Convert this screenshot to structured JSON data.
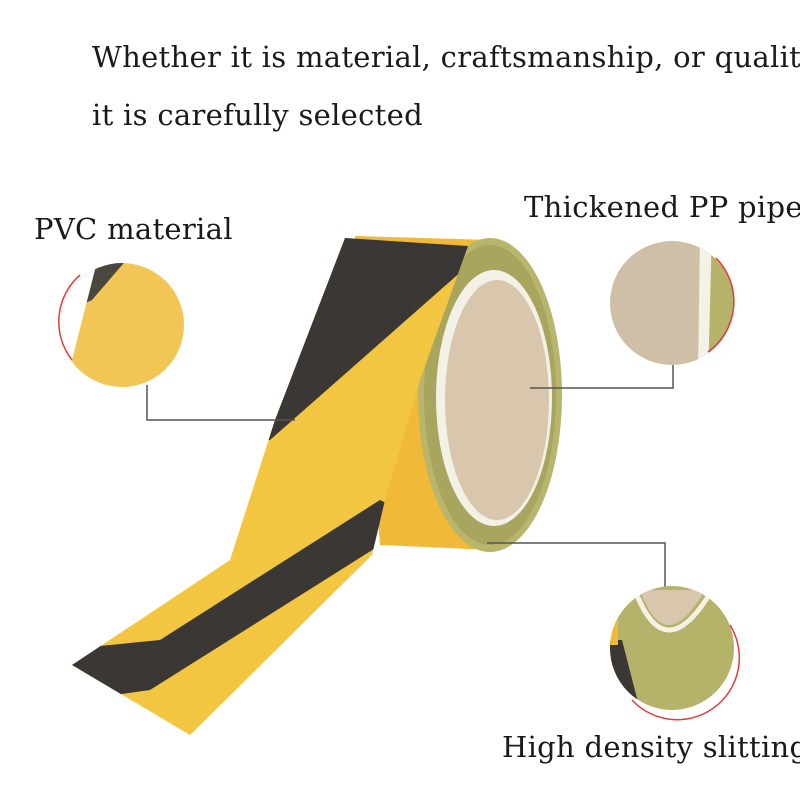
{
  "headline": {
    "line1": "Whether it is material, craftsmanship, or quality,",
    "line2": "it is carefully selected"
  },
  "callouts": {
    "pvc": "PVC material",
    "pipe": "Thickened PP pipe",
    "slitting": "High density slitting"
  },
  "colors": {
    "yellow": "#f3c642",
    "black": "#3a3734",
    "core": "#d9c7ad",
    "ring": "#b5b26a",
    "highlight_ring": "#e53a3a",
    "leader_line": "#555555"
  }
}
